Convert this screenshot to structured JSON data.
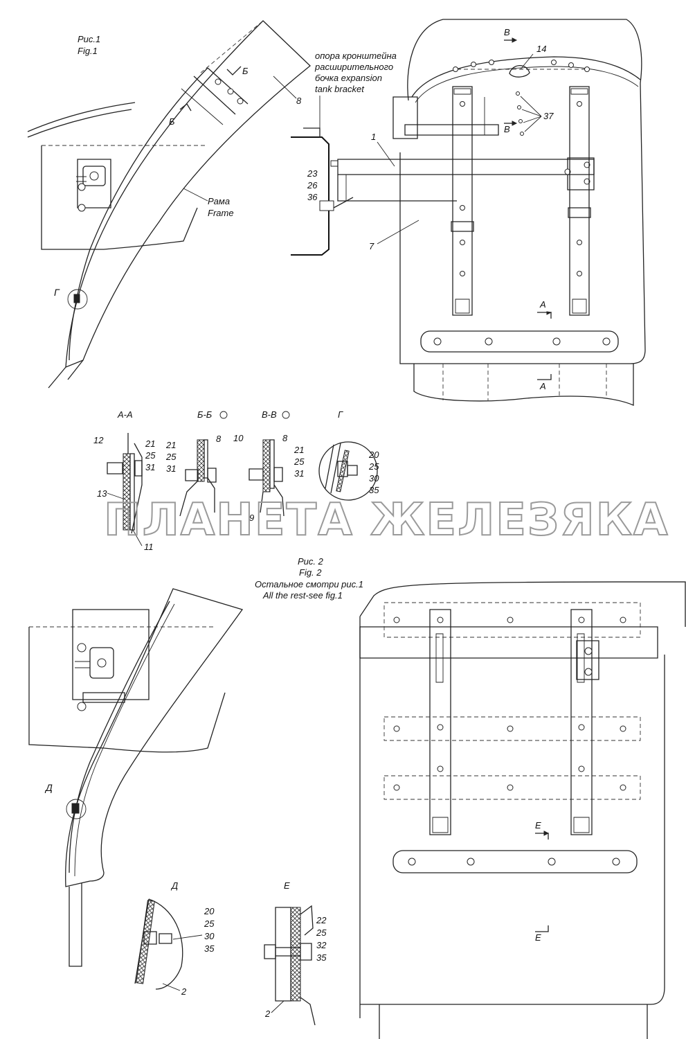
{
  "figure1": {
    "caption_ru": "Рис.1",
    "caption_en": "Fig.1",
    "frame_label_ru": "Рама",
    "frame_label_en": "Frame",
    "bracket_note": [
      "опора кронштейна",
      "расширительного",
      "бочка expansion",
      "tank bracket"
    ],
    "detail_view_g": "Г",
    "section_marks": {
      "b_top": "Б",
      "b_bottom": "Б",
      "v_top": "В",
      "v_bottom": "В",
      "a_top": "А",
      "a_bottom": "А"
    },
    "callouts": {
      "c8": "8",
      "c14": "14",
      "c37": "37",
      "c1": "1",
      "c7": "7",
      "stack_23_26_36": [
        "23",
        "26",
        "36"
      ]
    }
  },
  "sections": {
    "aa": {
      "title": "А-А",
      "labels": [
        "12",
        "21",
        "25",
        "31",
        "13",
        "11"
      ]
    },
    "bb": {
      "title": "Б-Б",
      "labels": [
        "21",
        "25",
        "31",
        "8"
      ]
    },
    "vv": {
      "title": "В-В",
      "labels": [
        "10",
        "8",
        "21",
        "25",
        "31",
        "9"
      ]
    },
    "g": {
      "title": "Г",
      "labels": [
        "20",
        "25",
        "30",
        "35"
      ]
    }
  },
  "figure2": {
    "caption_ru": "Рис. 2",
    "caption_en": "Fig. 2",
    "note_ru": "Остальное смотри рис.1",
    "note_en": "All the rest-see fig.1",
    "detail_view_d": "Д",
    "section_marks": {
      "e_top": "Е",
      "e_bottom": "Е"
    }
  },
  "details": {
    "d": {
      "title": "Д",
      "labels": [
        "20",
        "25",
        "30",
        "35"
      ],
      "part": "2"
    },
    "e": {
      "title": "Е",
      "labels": [
        "22",
        "25",
        "32",
        "35"
      ],
      "part": "2"
    }
  },
  "watermark": "ПЛАНЕТА ЖЕЛЕЗЯКА"
}
